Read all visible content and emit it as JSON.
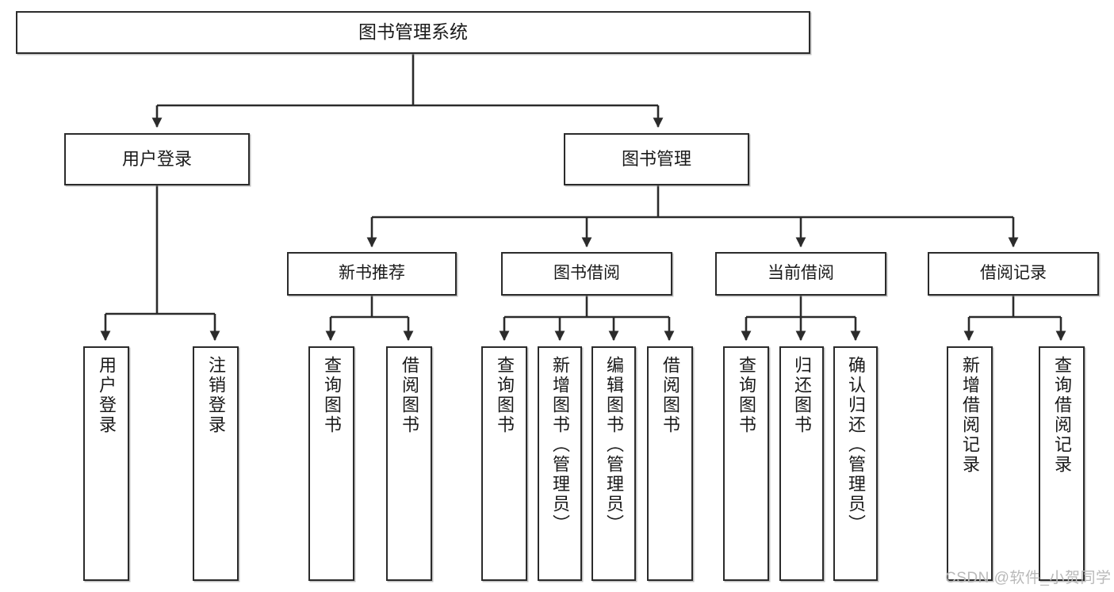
{
  "diagram": {
    "title": "图书管理系统",
    "type": "tree-hierarchy-chart",
    "watermark": "CSDN @软件_小贺同学",
    "colors": {
      "stroke": "#2b2b2b",
      "fill": "#ffffff",
      "text": "#1a1a1a",
      "watermark": "#b9b9b9"
    },
    "nodes": {
      "root": {
        "label": "图书管理系统"
      },
      "level2": [
        {
          "label": "用户登录"
        },
        {
          "label": "图书管理"
        }
      ],
      "level3": [
        {
          "label": "新书推荐"
        },
        {
          "label": "图书借阅"
        },
        {
          "label": "当前借阅"
        },
        {
          "label": "借阅记录"
        }
      ],
      "leaves": {
        "user_login": [
          {
            "label": "用户登录"
          },
          {
            "label": "注销登录"
          }
        ],
        "new_book_recommend": [
          {
            "label": "查询图书"
          },
          {
            "label": "借阅图书"
          }
        ],
        "book_borrow": [
          {
            "label": "查询图书"
          },
          {
            "label": "新增图书（管理员）"
          },
          {
            "label": "编辑图书（管理员）"
          },
          {
            "label": "借阅图书"
          }
        ],
        "current_borrow": [
          {
            "label": "查询图书"
          },
          {
            "label": "归还图书"
          },
          {
            "label": "确认归还（管理员）"
          }
        ],
        "borrow_record": [
          {
            "label": "新增借阅记录"
          },
          {
            "label": "查询借阅记录"
          }
        ]
      }
    }
  }
}
